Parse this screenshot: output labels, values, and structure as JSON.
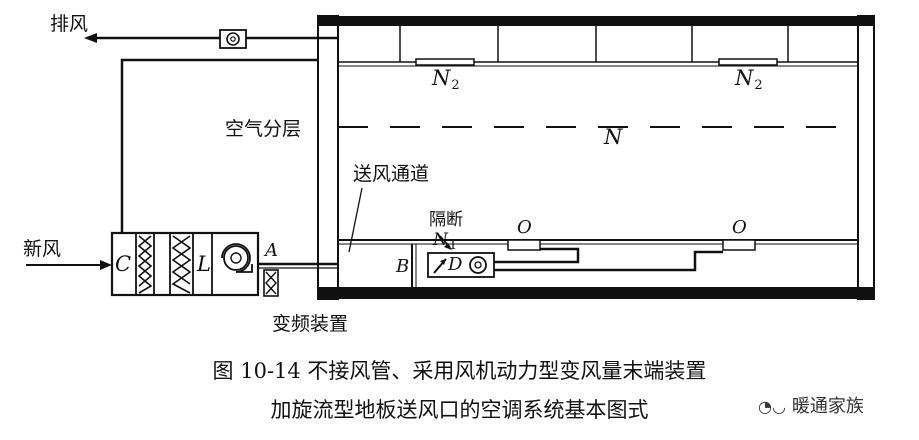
{
  "labels": {
    "exhaust_air": "排风",
    "fresh_air": "新风",
    "air_stratification": "空气分层",
    "supply_channel": "送风通道",
    "partition": "隔断",
    "vfd": "变频装置"
  },
  "letters": {
    "c": "C",
    "l": "L",
    "a": "A",
    "b": "B",
    "d": "D",
    "n": "N",
    "n2_base": "N",
    "n2_sub": "2",
    "n1_base": "N",
    "n1_sub": "1",
    "o": "O"
  },
  "caption": {
    "line1": "图 10-14   不接风管、采用风机动力型变风量末端装置",
    "line2": "加旋流型地板送风口的空调系统基本图式"
  },
  "watermark": "暖通家族"
}
